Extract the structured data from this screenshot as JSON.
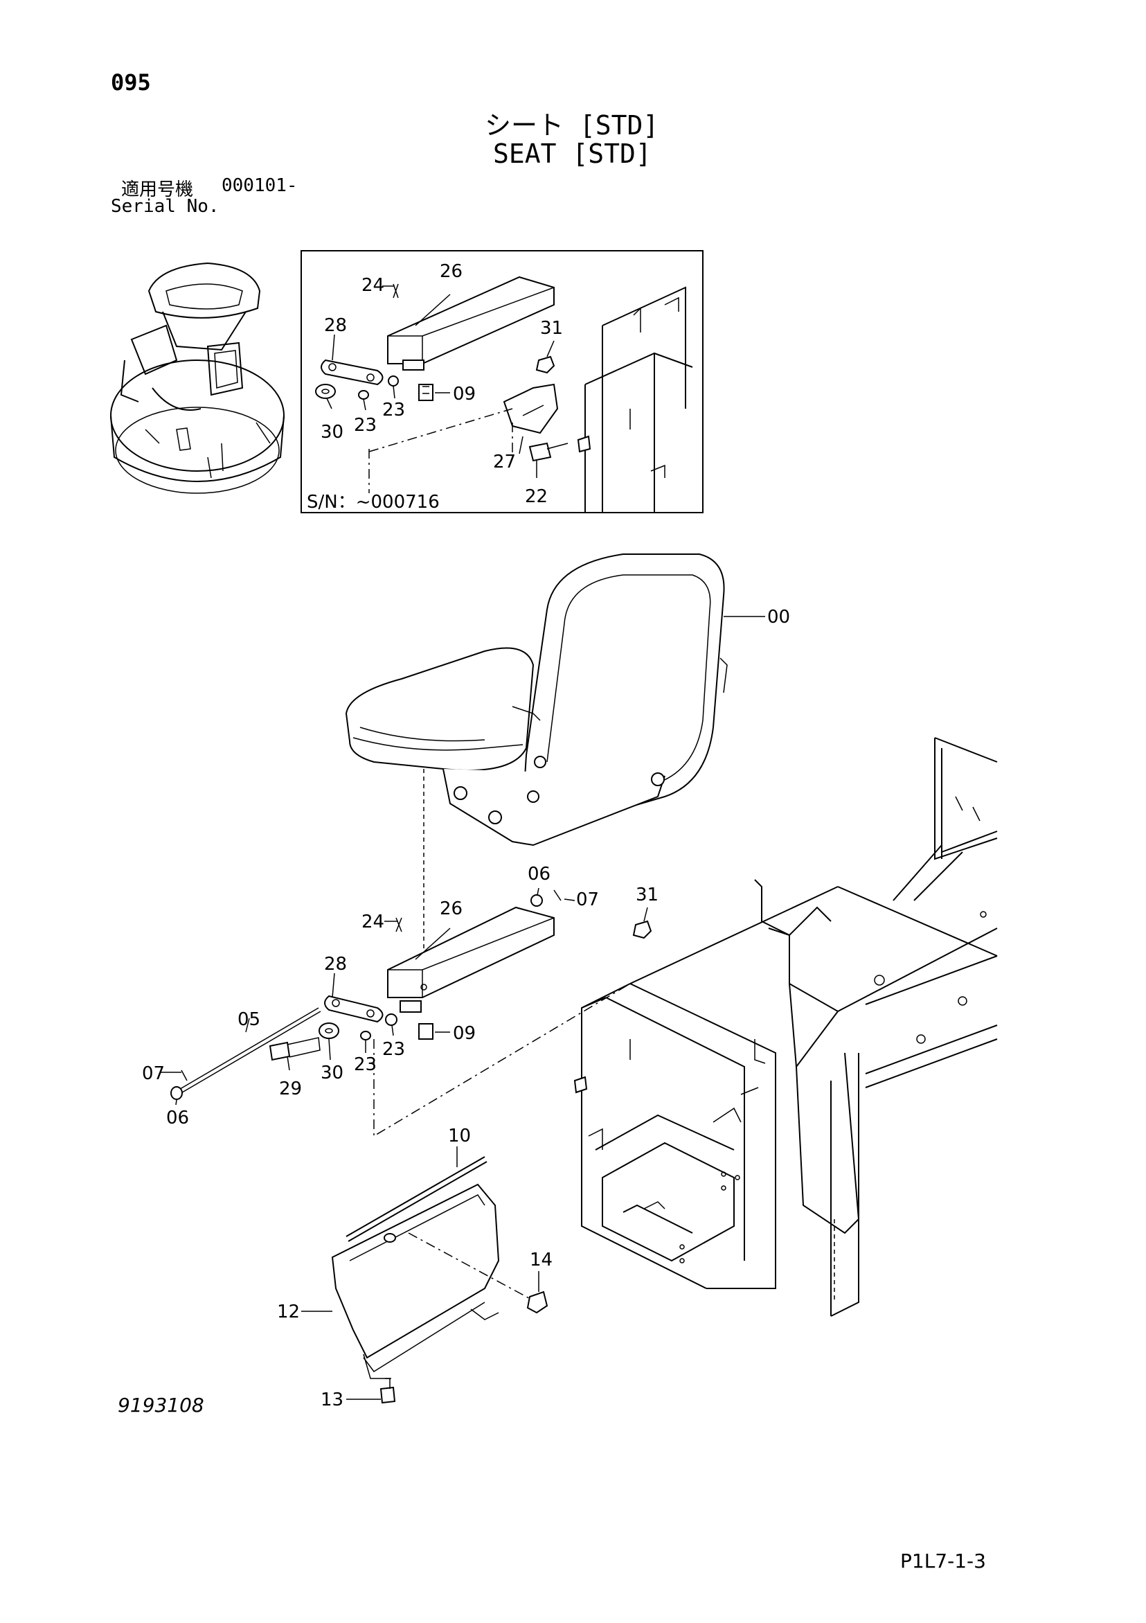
{
  "page": {
    "number": "095",
    "title_ja": "シート [STD]",
    "title_en": "SEAT [STD]",
    "serial_label_ja": "適用号機",
    "serial_value": "000101-",
    "serial_label_en": "Serial No.",
    "drawing_number": "9193108",
    "page_code": "P1L7-1-3"
  },
  "inset": {
    "sn_label": "S/N：~000716",
    "callouts": [
      "24",
      "26",
      "28",
      "31",
      "09",
      "30",
      "23",
      "23",
      "27",
      "22"
    ]
  },
  "main": {
    "callouts": [
      "00",
      "06",
      "07",
      "31",
      "24",
      "26",
      "28",
      "05",
      "07",
      "09",
      "30",
      "23",
      "23",
      "29",
      "06",
      "10",
      "14",
      "12",
      "13"
    ]
  }
}
